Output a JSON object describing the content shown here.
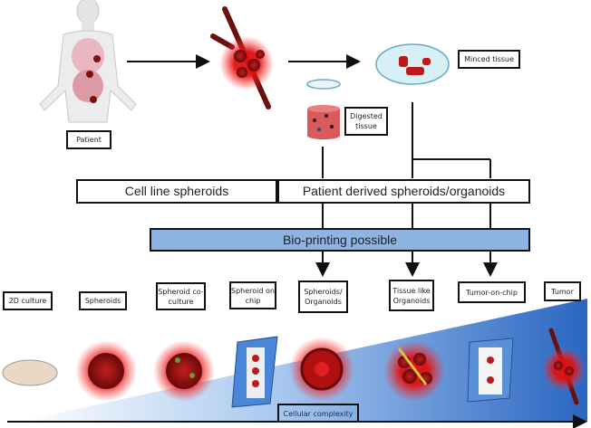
{
  "top_row": {
    "patient_label": "Patient",
    "digested_label": "Digested tissue",
    "minced_label": "Minced tissue"
  },
  "categories": {
    "cell_line": "Cell line spheroids",
    "patient_derived": "Patient derived spheroids/organoids",
    "bioprinting": "Bio-printing possible"
  },
  "models": [
    {
      "label": "2D culture"
    },
    {
      "label": "Spheroids"
    },
    {
      "label": "Spheroid co-culture"
    },
    {
      "label": "Spheroid on chip"
    },
    {
      "label": "Spheroids/ Organoids"
    },
    {
      "label": "Tissue like Organoids"
    },
    {
      "label": "Tumor-on-chip"
    },
    {
      "label": "Tumor"
    }
  ],
  "axis": {
    "label": "Cellular complexity"
  },
  "colors": {
    "bioprinting_fill": "#8db4e2",
    "tumor_red": "#d01515",
    "wedge_blue": "#2f6fc6"
  }
}
